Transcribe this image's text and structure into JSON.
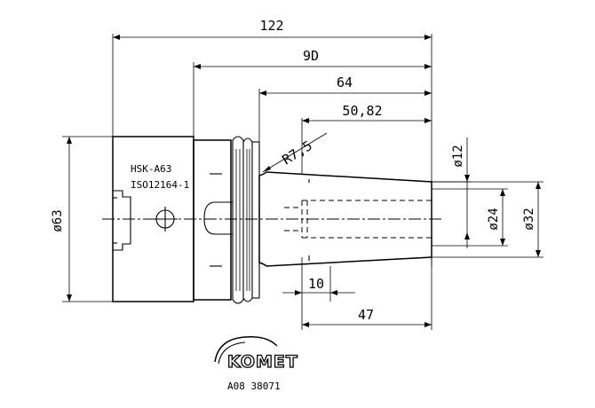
{
  "dimensions": {
    "overall_length": "122",
    "length_90": "9D",
    "length_64": "64",
    "length_5082": "50,82",
    "radius": "R7,5",
    "dia_12": "ø12",
    "dia_24": "ø24",
    "dia_32": "ø32",
    "dia_63": "ø63",
    "length_10": "10",
    "length_47": "47"
  },
  "labels": {
    "interface": "HSK-A63",
    "standard": "ISO12164-1"
  },
  "logo": {
    "brand": "KOMET",
    "part_number": "A08 38071"
  }
}
